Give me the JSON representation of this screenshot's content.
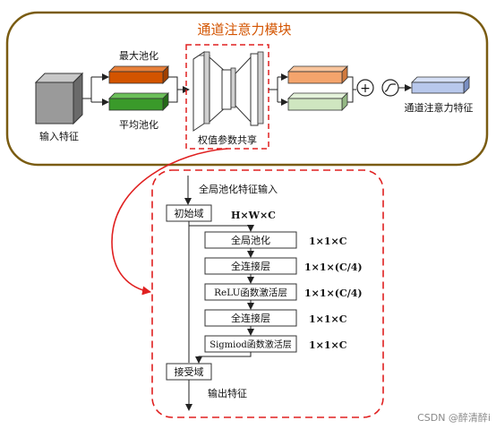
{
  "module": {
    "title": "通道注意力模块",
    "input_label": "输入特征",
    "max_pool_label": "最大池化",
    "avg_pool_label": "平均池化",
    "shared_label": "权值参数共享",
    "plus_symbol": "+",
    "output_label": "通道注意力特征"
  },
  "detail": {
    "input_label": "全局池化特征输入",
    "init_domain": "初始域",
    "init_dim": "H×W×C",
    "steps": [
      {
        "label": "全局池化",
        "dim": "1×1×C"
      },
      {
        "label": "全连接层",
        "dim": "1×1×(C/4)"
      },
      {
        "label": "ReLU函数激活层",
        "dim": "1×1×(C/4)"
      },
      {
        "label": "全连接层",
        "dim": "1×1×C"
      },
      {
        "label": "Sigmiod函数激活层",
        "dim": "1×1×C"
      }
    ],
    "receive_domain": "接受域",
    "output_label": "输出特征"
  },
  "watermark": "CSDN @醉清醉i",
  "colors": {
    "module_border": "#7a5c12",
    "dashed_red": "#e02020",
    "max_pool": "#d35400",
    "avg_pool": "#3a9a2a",
    "out_orange": "#f4a46c",
    "out_green": "#cfe6c0",
    "out_blue": "#b8c8ec"
  }
}
